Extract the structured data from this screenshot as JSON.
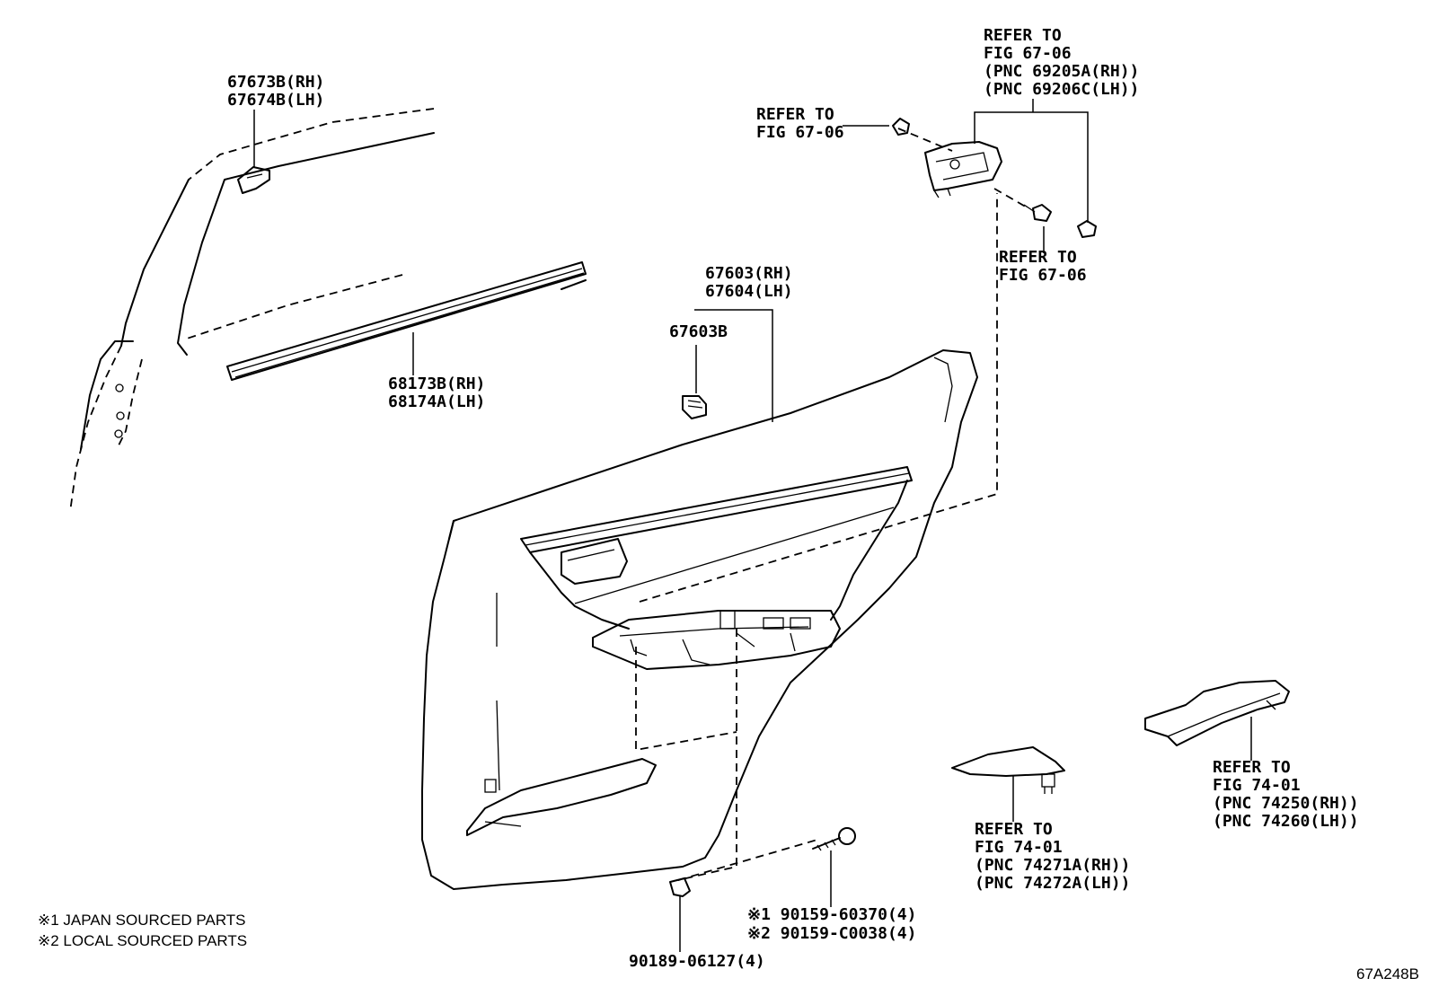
{
  "callouts": {
    "garnish_rh": "67673B(RH)",
    "garnish_lh": "67674B(LH)",
    "weatherstrip_rh": "68173B(RH)",
    "weatherstrip_lh": "68174A(LH)",
    "trim_rh": "67603(RH)",
    "trim_lh": "67604(LH)",
    "clip": "67603B",
    "clip_bottom": "90189-06127(4)",
    "screw_japan": "※1 90159-60370(4)",
    "screw_local": "※2 90159-C0038(4)"
  },
  "refers": {
    "handle": [
      "REFER TO",
      "FIG 67-06",
      "(PNC 69205A(RH))",
      "(PNC 69206C(LH))"
    ],
    "handle_left": [
      "REFER TO",
      "FIG 67-06"
    ],
    "handle_screw": [
      "REFER TO",
      "FIG 67-06"
    ],
    "armrest_cover": [
      "REFER TO",
      "FIG 74-01",
      "(PNC 74271A(RH))",
      "(PNC 74272A(LH))"
    ],
    "armrest_upper": [
      "REFER TO",
      "FIG 74-01",
      "(PNC 74250(RH))",
      "(PNC 74260(LH))"
    ]
  },
  "legend": {
    "japan": "※1 JAPAN SOURCED PARTS",
    "local": "※2 LOCAL SOURCED PARTS"
  },
  "figure_code": "67A248B"
}
